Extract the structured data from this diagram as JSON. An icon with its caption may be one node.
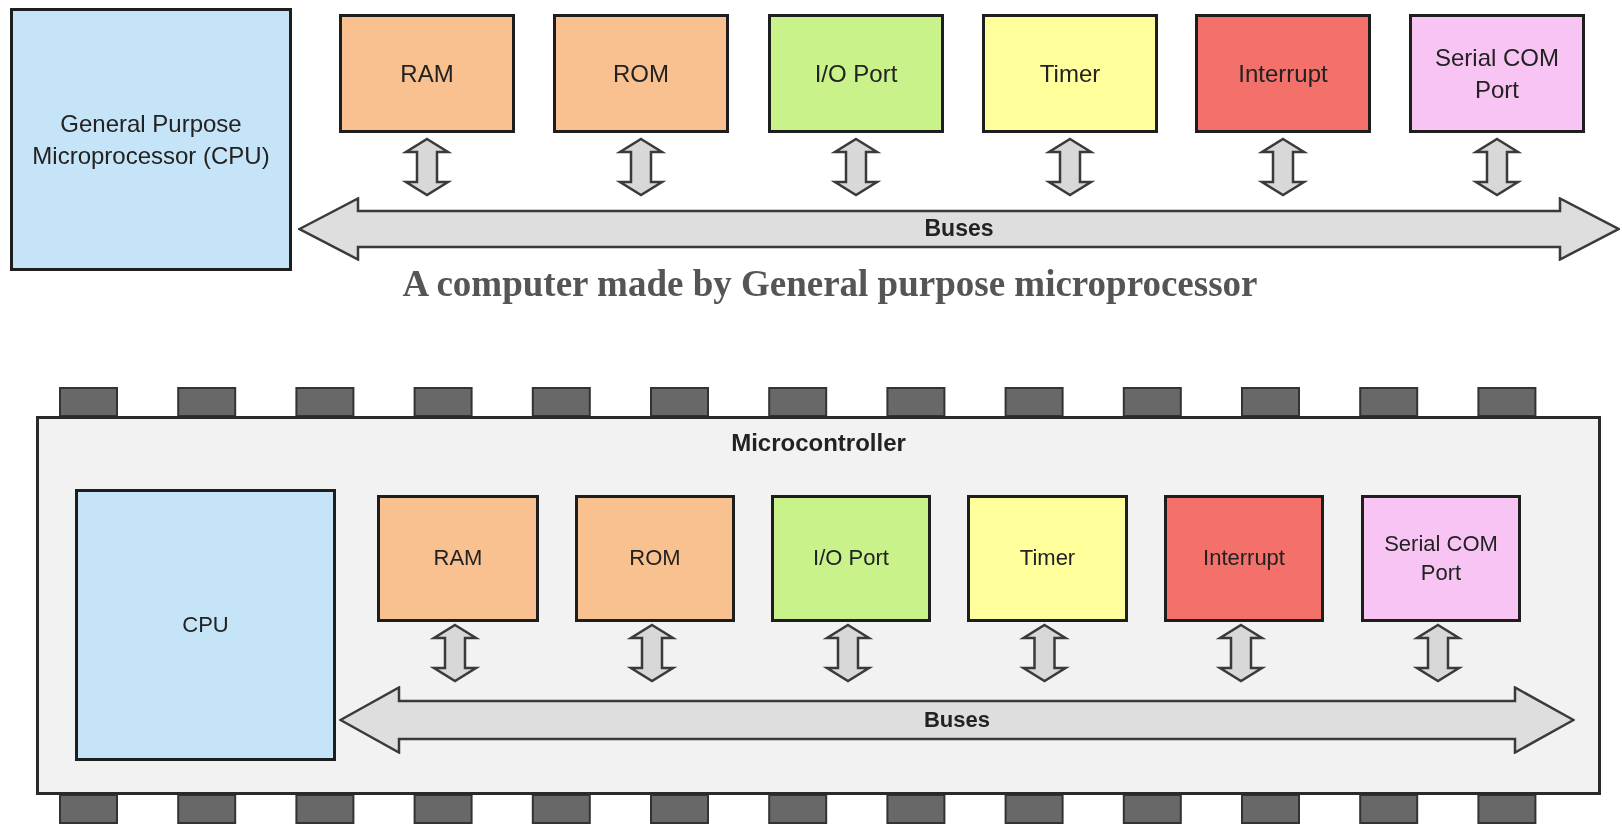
{
  "diagram": {
    "nodes": [
      {
        "text": [
          "General Purpose Microprocessor (CPU)"
        ]
      },
      {
        "text": [
          "RAM"
        ]
      },
      {
        "text": [
          "ROM"
        ]
      },
      {
        "text": [
          "I/O Port"
        ]
      },
      {
        "text": [
          "Timer"
        ]
      },
      {
        "text": [
          "Interrupt"
        ]
      },
      {
        "text": [
          "Serial COM Port"
        ]
      },
      {
        "text": [
          "Buses"
        ]
      },
      {
        "text": [
          "Microcontroller"
        ]
      },
      {
        "text": [
          "CPU"
        ],
        "in": 8
      },
      {
        "text": [
          "RAM"
        ],
        "in": 8
      },
      {
        "text": [
          "ROM"
        ],
        "in": 8
      },
      {
        "text": [
          "I/O Port"
        ],
        "in": 8
      },
      {
        "text": [
          "Timer"
        ],
        "in": 8
      },
      {
        "text": [
          "Interrupt"
        ],
        "in": 8
      },
      {
        "text": [
          "Serial COM Port"
        ],
        "in": 8
      },
      {
        "text": [
          "Buses"
        ],
        "in": 8
      }
    ],
    "edges": [
      {
        "from": 1,
        "to": 7,
        "arrow": "both"
      },
      {
        "from": 2,
        "to": 7,
        "arrow": "both"
      },
      {
        "from": 3,
        "to": 7,
        "arrow": "both"
      },
      {
        "from": 4,
        "to": 7,
        "arrow": "both"
      },
      {
        "from": 5,
        "to": 7,
        "arrow": "both"
      },
      {
        "from": 6,
        "to": 7,
        "arrow": "both"
      },
      {
        "from": 10,
        "to": 16,
        "arrow": "both"
      },
      {
        "from": 11,
        "to": 16,
        "arrow": "both"
      },
      {
        "from": 12,
        "to": 16,
        "arrow": "both"
      },
      {
        "from": 13,
        "to": 16,
        "arrow": "both"
      },
      {
        "from": 14,
        "to": 16,
        "arrow": "both"
      },
      {
        "from": 15,
        "to": 16,
        "arrow": "both"
      }
    ],
    "labels": [
      "A computer made by General purpose microprocessor"
    ]
  }
}
